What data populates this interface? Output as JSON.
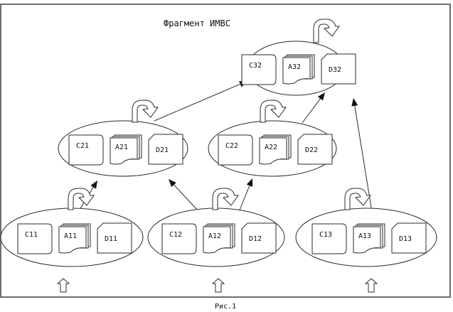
{
  "title": "Фрагмент ИМВС",
  "caption": "Рис.1",
  "nodes": [
    {
      "id": "n32",
      "level": "top",
      "c_label": "C32",
      "a_label": "A32",
      "d_label": "D32"
    },
    {
      "id": "n21",
      "level": "middle",
      "c_label": "C21",
      "a_label": "A21",
      "d_label": "D21"
    },
    {
      "id": "n22",
      "level": "middle",
      "c_label": "C22",
      "a_label": "A22",
      "d_label": "D22"
    },
    {
      "id": "n11",
      "level": "bottom",
      "c_label": "C11",
      "a_label": "A11",
      "d_label": "D11"
    },
    {
      "id": "n12",
      "level": "bottom",
      "c_label": "C12",
      "a_label": "A12",
      "d_label": "D12"
    },
    {
      "id": "n13",
      "level": "bottom",
      "c_label": "C13",
      "a_label": "A13",
      "d_label": "D13"
    }
  ],
  "edges": [
    {
      "from": "n11",
      "to": "n21"
    },
    {
      "from": "n12",
      "to": "n21"
    },
    {
      "from": "n12",
      "to": "n22"
    },
    {
      "from": "n21",
      "to": "n32"
    },
    {
      "from": "n22",
      "to": "n32"
    },
    {
      "from": "n13",
      "to": "n32"
    }
  ],
  "inputs": [
    "n11",
    "n12",
    "n13"
  ],
  "self_loops": [
    "n32",
    "n21",
    "n22",
    "n11",
    "n12",
    "n13"
  ]
}
